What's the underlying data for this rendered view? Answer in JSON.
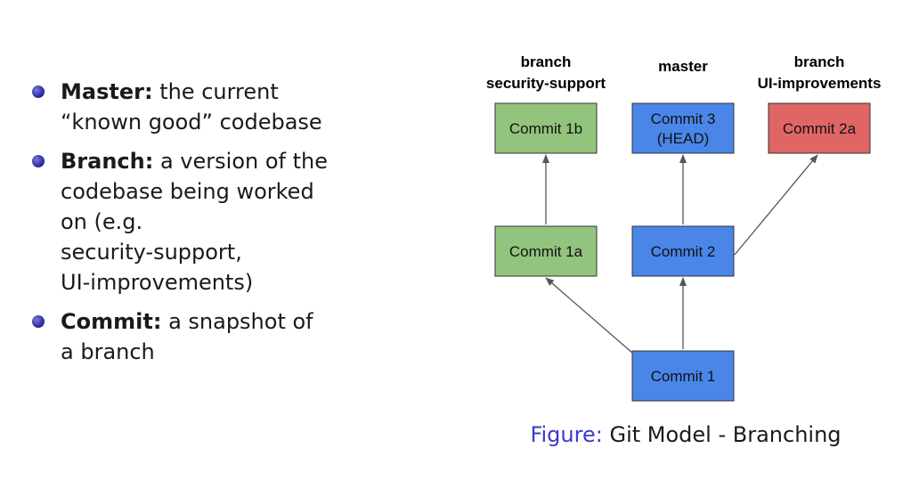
{
  "bullets": [
    {
      "term": "Master:",
      "text": "the current “known good” codebase"
    },
    {
      "term": "Branch:",
      "text": "a version of the codebase being worked on (e.g. security-support, UI-improvements)"
    },
    {
      "term": "Commit:",
      "text": "a snapshot of a branch"
    }
  ],
  "bullet_lines": [
    [
      "the current",
      "“known good” codebase"
    ],
    [
      "a version of the",
      "codebase being worked",
      "on (e.g.",
      "security-support,",
      "UI-improvements)"
    ],
    [
      "a snapshot of",
      "a branch"
    ]
  ],
  "diagram": {
    "labels": {
      "security": [
        "branch",
        "security-support"
      ],
      "master": [
        "master"
      ],
      "ui": [
        "branch",
        "UI-improvements"
      ]
    },
    "commits": {
      "c1b": [
        "Commit 1b"
      ],
      "c3": [
        "Commit 3",
        "(HEAD)"
      ],
      "c2a": [
        "Commit 2a"
      ],
      "c1a": [
        "Commit 1a"
      ],
      "c2": [
        "Commit 2"
      ],
      "c1": [
        "Commit 1"
      ]
    },
    "colors": {
      "green": "#93c47d",
      "blue": "#4a86e8",
      "red": "#e06666",
      "arrow": "#555555"
    }
  },
  "caption": {
    "prefix": "Figure:",
    "text": "Git Model - Branching"
  }
}
